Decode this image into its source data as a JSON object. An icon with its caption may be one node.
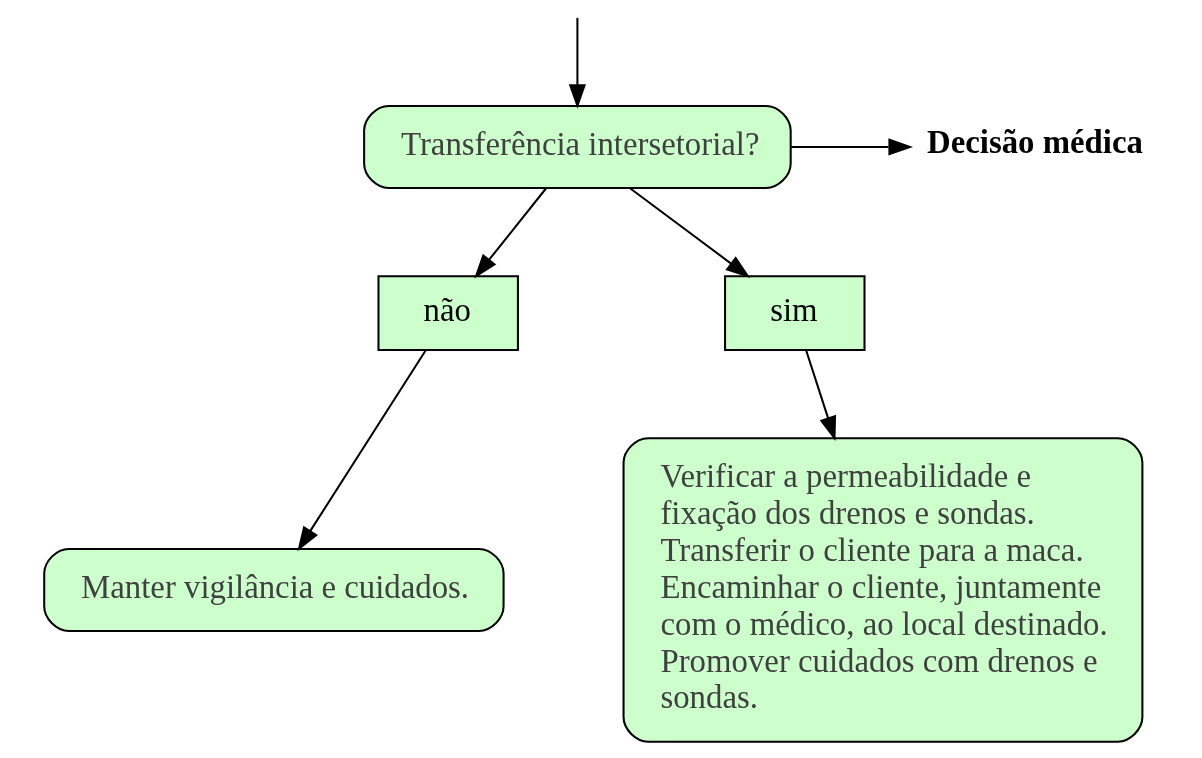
{
  "diagram": {
    "nodes": [
      {
        "text": [
          "Transferência intersetorial?"
        ]
      },
      {
        "text": [
          "Decisão médica"
        ]
      },
      {
        "text": [
          "não"
        ]
      },
      {
        "text": [
          "sim"
        ]
      },
      {
        "text": [
          "Manter vigilância e cuidados."
        ]
      },
      {
        "text": [
          "Verificar a permeabilidade e fixação dos drenos e sondas. Transferir o cliente para a maca. Encaminhar o cliente, juntamente com o médico, ao local destinado. Promover cuidados com drenos e sondas."
        ]
      }
    ],
    "edges": [
      {
        "from": null,
        "to": 0,
        "arrow": "to"
      },
      {
        "from": 0,
        "to": 1,
        "arrow": "to"
      },
      {
        "from": 0,
        "to": 2,
        "arrow": "to"
      },
      {
        "from": 0,
        "to": 3,
        "arrow": "to"
      },
      {
        "from": 2,
        "to": 4,
        "arrow": "to"
      },
      {
        "from": 3,
        "to": 5,
        "arrow": "to"
      }
    ]
  }
}
